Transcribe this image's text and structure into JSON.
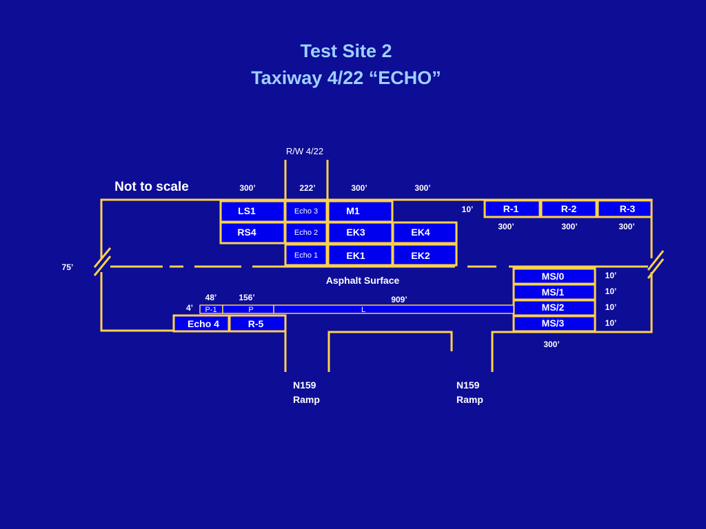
{
  "title": {
    "line1": "Test Site 2",
    "line2": "Taxiway 4/22 “ECHO”"
  },
  "runway_label": "R/W 4/22",
  "scale_note": "Not to scale",
  "top_dims": [
    "300’",
    "222’",
    "300’",
    "300’"
  ],
  "width_label": "75’",
  "surface_label": "Asphalt Surface",
  "zones": {
    "ls1": "LS1",
    "rs4": "RS4",
    "echo3": "Echo 3",
    "echo2": "Echo 2",
    "echo1": "Echo 1",
    "m1": "M1",
    "ek3": "EK3",
    "ek4": "EK4",
    "ek1": "EK1",
    "ek2": "EK2",
    "r1": "R-1",
    "r2": "R-2",
    "r3": "R-3",
    "ms0": "MS/0",
    "ms1": "MS/1",
    "ms2": "MS/2",
    "ms3": "MS/3",
    "echo4": "Echo 4",
    "r5": "R-5",
    "p1": "P-1",
    "p": "P",
    "l": "L"
  },
  "r_gap": "10’",
  "r_dims": [
    "300’",
    "300’",
    "300’"
  ],
  "ms_dims": [
    "10’",
    "10’",
    "10’",
    "10’"
  ],
  "ms_length": "300’",
  "p_dims": {
    "p1_len": "48’",
    "p_len": "156’",
    "width": "4’",
    "l_len": "909’"
  },
  "ramps": [
    {
      "name": "N159",
      "type": "Ramp"
    },
    {
      "name": "N159",
      "type": "Ramp"
    }
  ]
}
